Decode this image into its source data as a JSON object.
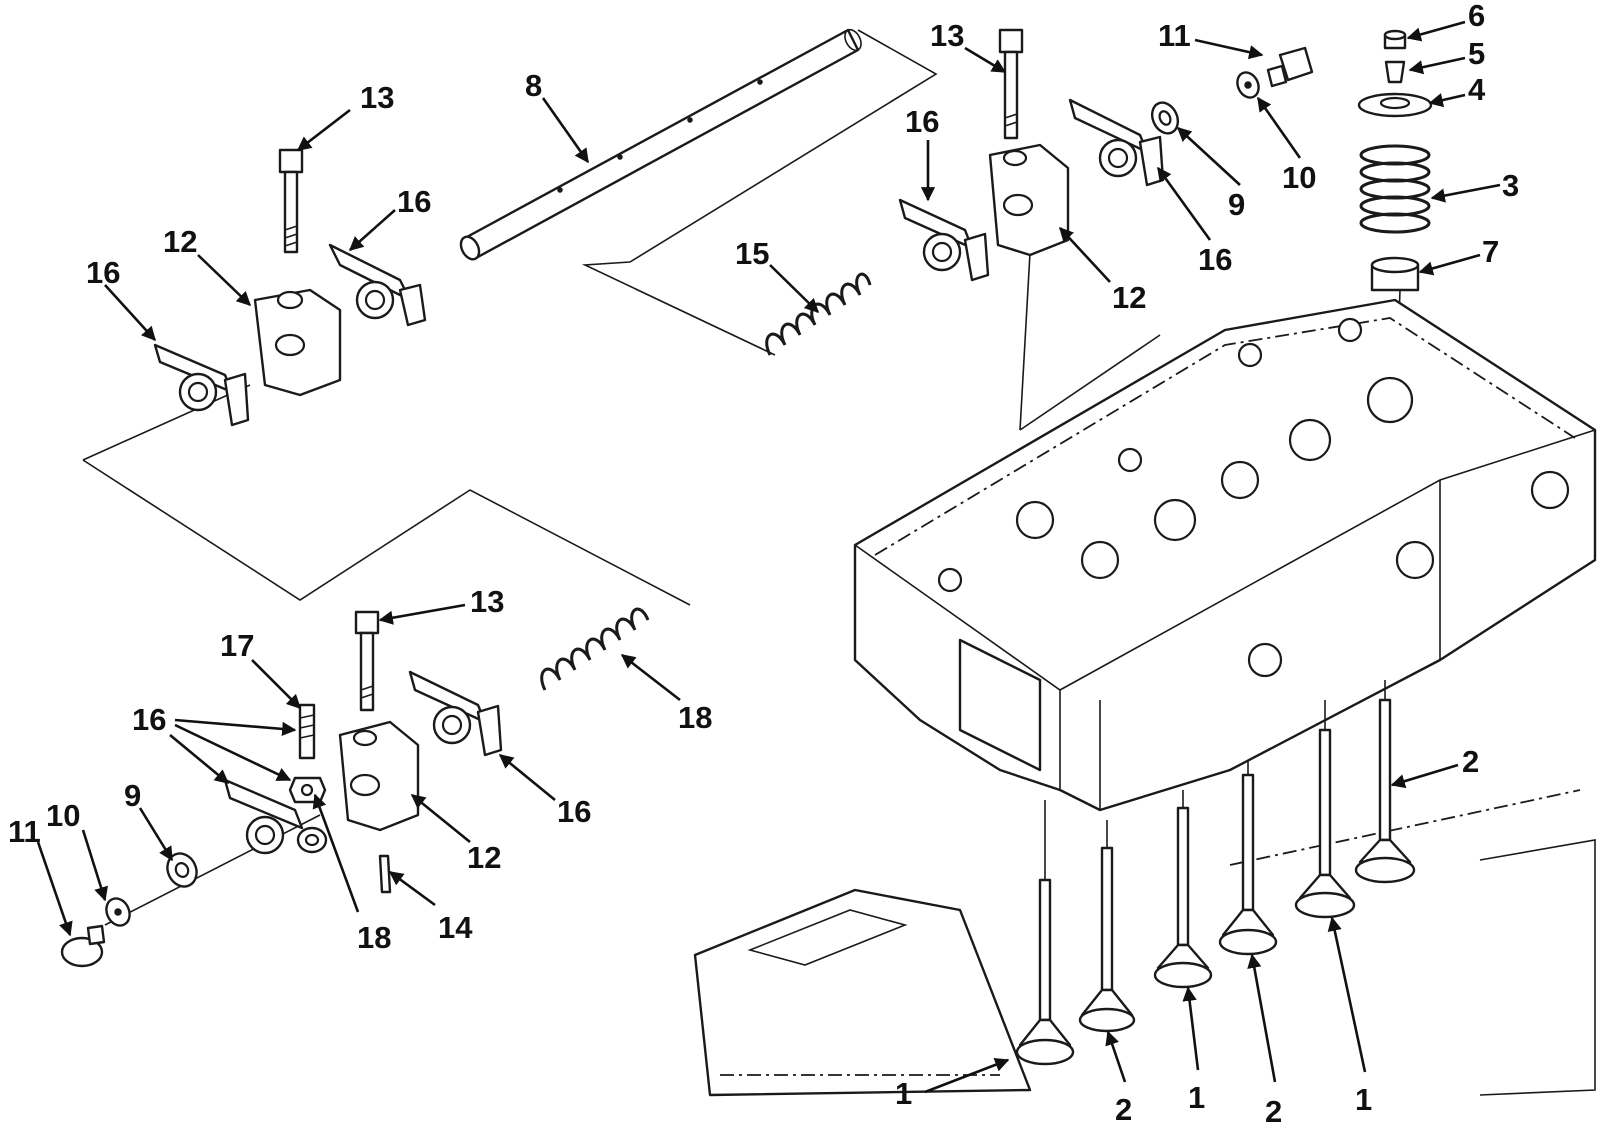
{
  "figure": {
    "callout_labels": {
      "c_13a": "13",
      "c_8": "8",
      "c_16a": "16",
      "c_12a": "12",
      "c_16b": "16",
      "c_13b": "13",
      "c_11a": "11",
      "c_6": "6",
      "c_5": "5",
      "c_4": "4",
      "c_16c": "16",
      "c_10a": "10",
      "c_3": "3",
      "c_9a": "9",
      "c_15": "15",
      "c_16d": "16",
      "c_7": "7",
      "c_12b": "12",
      "c_13c": "13",
      "c_17": "17",
      "c_18a": "18",
      "c_16e": "16",
      "c_9b": "9",
      "c_10b": "10",
      "c_11b": "11",
      "c_16f": "16",
      "c_12c": "12",
      "c_18b": "18",
      "c_14": "14",
      "c_2a": "2",
      "c_1a": "1",
      "c_2b": "2",
      "c_1b": "1",
      "c_2c": "2",
      "c_1c": "1"
    },
    "colors": {
      "ink": "#1a1a1a",
      "paper": "#ffffff"
    }
  }
}
